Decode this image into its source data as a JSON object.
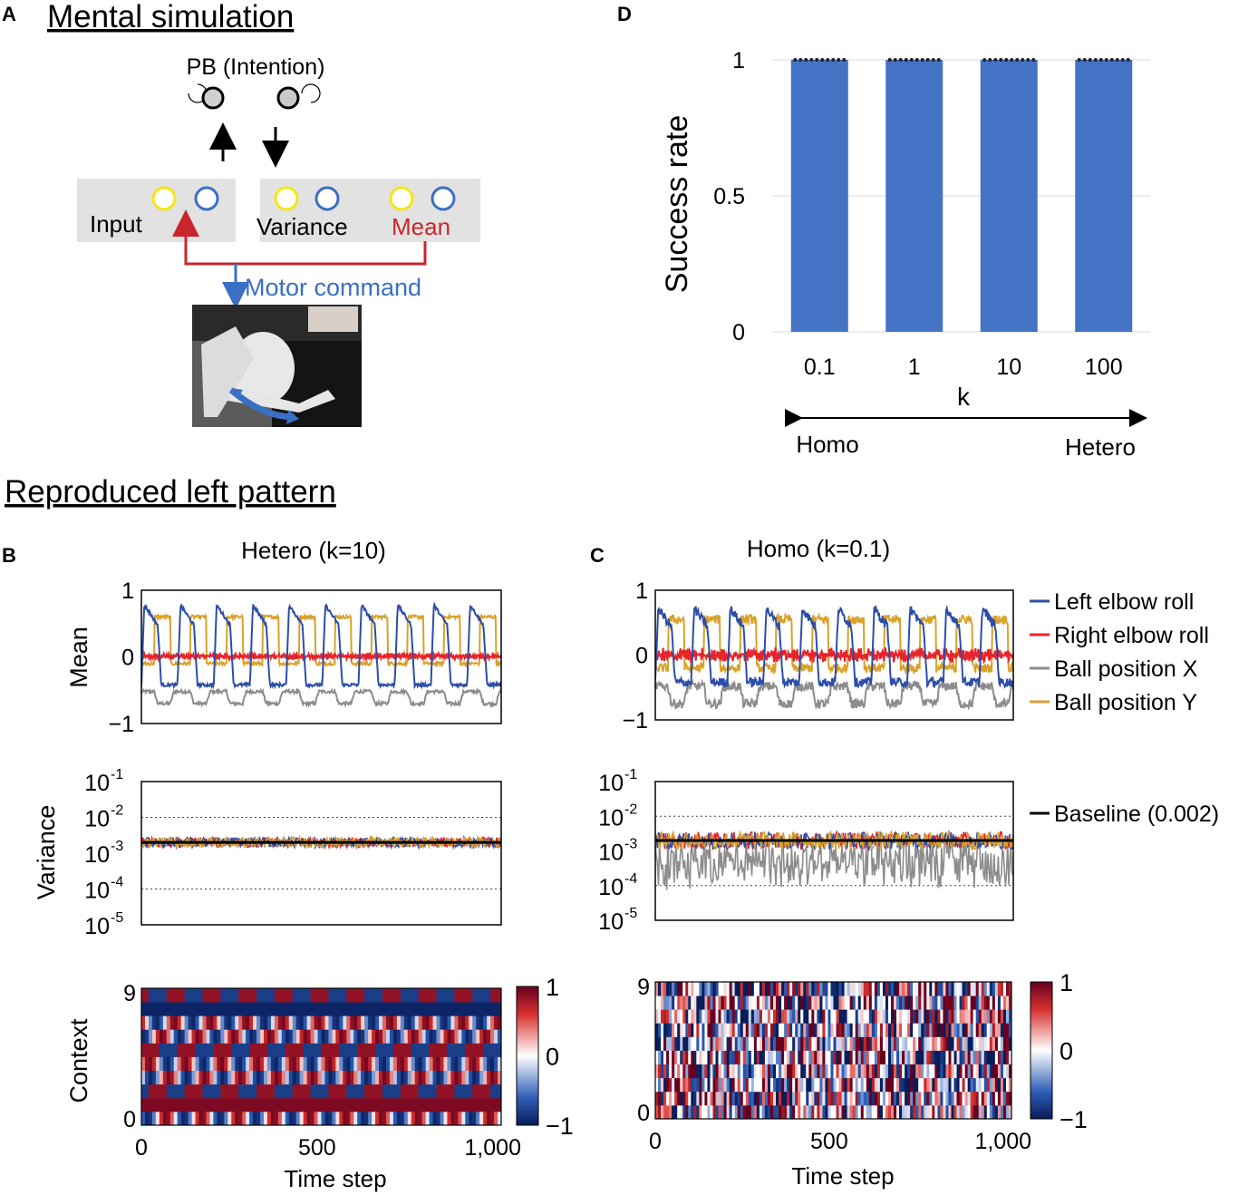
{
  "panel_a": {
    "letter": "A",
    "title": "Mental simulation",
    "pb_label": "PB (Intention)",
    "input_label": "Input",
    "variance_label": "Variance",
    "mean_label": "Mean",
    "motor_label": "Motor command",
    "colors": {
      "yellow": "#f5e614",
      "blue": "#3a6fc4",
      "red": "#c8262c",
      "gray_box": "#e2e2e2",
      "pb_fill": "#c9c9c9"
    }
  },
  "section_title": "Reproduced left pattern",
  "legend": {
    "items": [
      {
        "label": "Left elbow roll",
        "color": "#2c4ea8"
      },
      {
        "label": "Right elbow roll",
        "color": "#e8242b"
      },
      {
        "label": "Ball position X",
        "color": "#8c8c8c"
      },
      {
        "label": "Ball position Y",
        "color": "#d9a22b"
      }
    ],
    "baseline": {
      "label": "Baseline (0.002)",
      "color": "#000000"
    }
  },
  "chart_data": [
    {
      "id": "D",
      "letter": "D",
      "type": "bar",
      "categories": [
        "0.1",
        "1",
        "10",
        "100"
      ],
      "values": [
        1,
        1,
        1,
        1
      ],
      "ylabel": "Success rate",
      "xlabel": "k",
      "ylim": [
        0,
        1
      ],
      "yticks": [
        "0",
        "0.5",
        "1"
      ],
      "grid": true,
      "color": "#4472c4",
      "arrow_left": "Homo",
      "arrow_right": "Hetero"
    },
    {
      "id": "B",
      "letter": "B",
      "title": "Hetero (k=10)",
      "mean": {
        "type": "line",
        "ylabel": "Mean",
        "ylim": [
          -1,
          1
        ],
        "yticks": [
          "1",
          "0",
          "−1"
        ],
        "xlim": [
          0,
          1024
        ],
        "period_steps": 103,
        "cycles": 10,
        "series_levels": {
          "Left elbow roll": {
            "low": -0.42,
            "high": 0.78
          },
          "Right elbow roll": {
            "low": -0.02,
            "high": 0.04
          },
          "Ball position X": {
            "low": -0.7,
            "high": -0.52
          },
          "Ball position Y": {
            "low": -0.1,
            "high": 0.6
          }
        }
      },
      "variance": {
        "type": "line",
        "scale": "log",
        "ylabel": "Variance",
        "ylim": [
          1e-05,
          0.1
        ],
        "yticks": [
          "10-1",
          "10-2",
          "10-3",
          "10-4",
          "10-5"
        ],
        "baseline": 0.002,
        "dotted_gridlines": [
          0.01,
          0.0001
        ]
      },
      "context": {
        "type": "heatmap",
        "ylabel": "Context",
        "xlabel": "Time step",
        "xticks": [
          "0",
          "500",
          "1,000"
        ],
        "yticks": [
          "9",
          "0"
        ],
        "rows": 10,
        "colorbar_ticks": [
          "1",
          "0",
          "−1"
        ],
        "range": [
          -1,
          1
        ]
      }
    },
    {
      "id": "C",
      "letter": "C",
      "title": "Homo (k=0.1)",
      "mean": {
        "type": "line",
        "ylabel": "",
        "ylim": [
          -1,
          1
        ],
        "yticks": [
          "1",
          "0",
          "−1"
        ],
        "xlim": [
          0,
          1024
        ],
        "period_steps": 103,
        "cycles": 10,
        "series_levels": {
          "Left elbow roll": {
            "low": -0.42,
            "high": 0.72
          },
          "Right elbow roll": {
            "low": -0.05,
            "high": 0.05
          },
          "Ball position X": {
            "low": -0.75,
            "high": -0.48
          },
          "Ball position Y": {
            "low": -0.2,
            "high": 0.55
          }
        }
      },
      "variance": {
        "type": "line",
        "scale": "log",
        "ylabel": "",
        "ylim": [
          1e-05,
          0.1
        ],
        "yticks": [
          "10-1",
          "10-2",
          "10-3",
          "10-4",
          "10-5"
        ],
        "baseline": 0.002,
        "dotted_gridlines": [
          0.01,
          0.0001
        ]
      },
      "context": {
        "type": "heatmap",
        "ylabel": "",
        "xlabel": "Time step",
        "xticks": [
          "0",
          "500",
          "1,000"
        ],
        "yticks": [
          "9",
          "0"
        ],
        "rows": 10,
        "colorbar_ticks": [
          "1",
          "0",
          "−1"
        ],
        "range": [
          -1,
          1
        ]
      }
    }
  ]
}
